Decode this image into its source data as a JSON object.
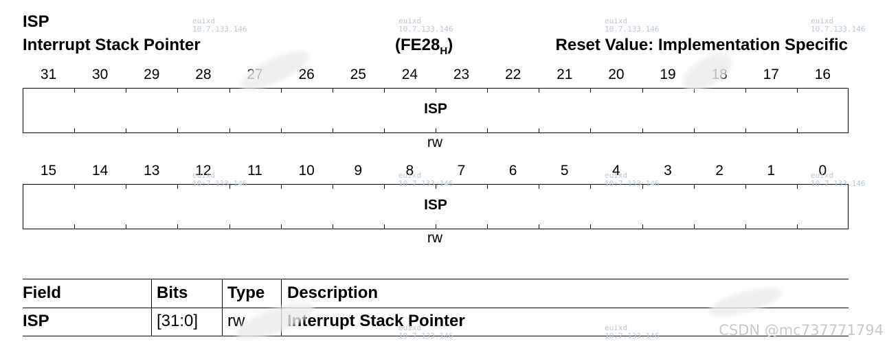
{
  "header": {
    "short_name": "ISP",
    "long_name": "Interrupt Stack Pointer",
    "address": "(FE28",
    "address_subscript": "H",
    "address_close": ")",
    "reset_value": "Reset Value: Implementation Specific"
  },
  "upper_register": {
    "bits": [
      "31",
      "30",
      "29",
      "28",
      "27",
      "26",
      "25",
      "24",
      "23",
      "22",
      "21",
      "20",
      "19",
      "18",
      "17",
      "16"
    ],
    "field": "ISP",
    "access": "rw"
  },
  "lower_register": {
    "bits": [
      "15",
      "14",
      "13",
      "12",
      "11",
      "10",
      "9",
      "8",
      "7",
      "6",
      "5",
      "4",
      "3",
      "2",
      "1",
      "0"
    ],
    "field": "ISP",
    "access": "rw"
  },
  "field_table": {
    "headers": {
      "field": "Field",
      "bits": "Bits",
      "type": "Type",
      "description": "Description"
    },
    "rows": [
      {
        "field": "ISP",
        "bits": "[31:0]",
        "type": "rw",
        "description": "Interrupt Stack Pointer"
      }
    ]
  },
  "watermark": {
    "name": "euixd",
    "ip": "10.7.133.146",
    "credit": "CSDN @mc737771794"
  }
}
